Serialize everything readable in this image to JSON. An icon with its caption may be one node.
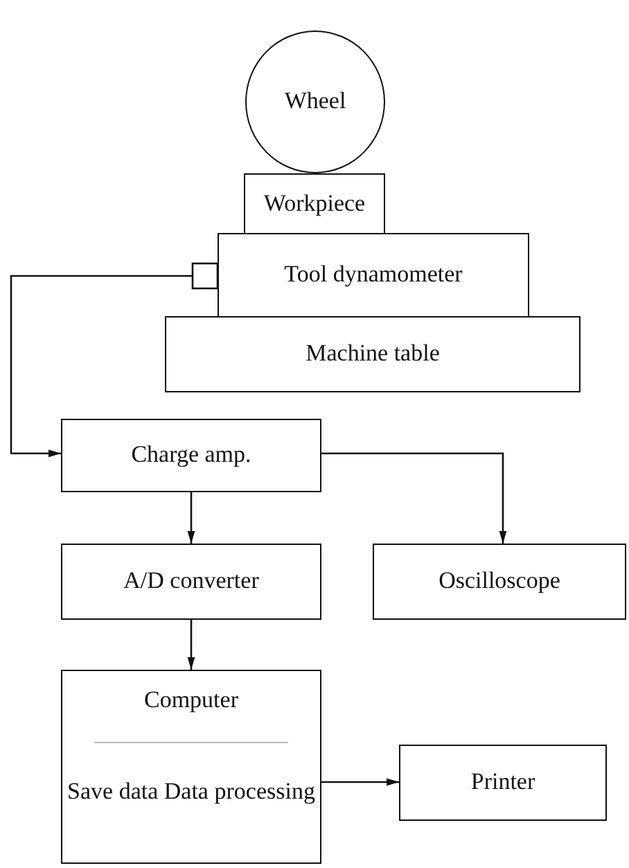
{
  "diagram": {
    "nodes": [
      {
        "text": [
          "Wheel"
        ]
      },
      {
        "text": [
          "Workpiece"
        ]
      },
      {
        "text": [
          "Tool dynamometer"
        ]
      },
      {
        "text": [
          "Machine table"
        ]
      },
      {
        "text": [
          "Charge amp."
        ]
      },
      {
        "text": [
          "A/D converter"
        ]
      },
      {
        "text": [
          "Oscilloscope"
        ]
      },
      {
        "text": [
          "Computer",
          "Save data Data processing"
        ]
      },
      {
        "text": [
          "Printer"
        ]
      }
    ],
    "edges": [
      {
        "from": 2,
        "to": 4,
        "arrow": "to"
      },
      {
        "from": 4,
        "to": 6,
        "arrow": "to"
      },
      {
        "from": 4,
        "to": 5,
        "arrow": "to"
      },
      {
        "from": 5,
        "to": 7,
        "arrow": "to"
      },
      {
        "from": 7,
        "to": 8,
        "arrow": "to"
      }
    ]
  }
}
